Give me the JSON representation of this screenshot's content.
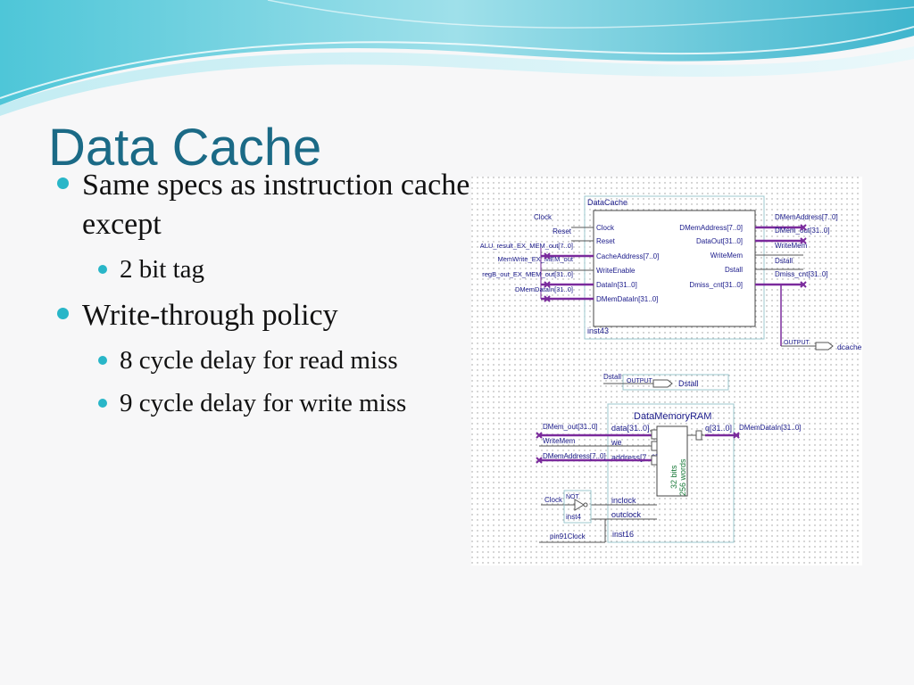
{
  "slide": {
    "title": "Data Cache",
    "bullets": [
      {
        "text": "Same specs as instruction cache except",
        "sub": [
          "2 bit tag"
        ]
      },
      {
        "text": "Write-through policy",
        "sub": [
          "8 cycle delay for read miss",
          "9 cycle delay for write miss"
        ]
      }
    ]
  },
  "schematic": {
    "datacache": {
      "name": "DataCache",
      "instance": "inst43",
      "ports_left": [
        "Clock",
        "Reset",
        "CacheAddress[7..0]",
        "WriteEnable",
        "DataIn[31..0]",
        "DMemDataIn[31..0]"
      ],
      "ports_right": [
        "DMemAddress[7..0]",
        "DataOut[31..0]",
        "WriteMem",
        "Dstall",
        "Dmiss_cnt[31..0]"
      ],
      "inputs": [
        "Clock",
        "Reset",
        "ALU_result_EX_MEM_out[7..0]",
        "MemWrite_EX_MEM_out",
        "regB_out_EX_MEM_out[31..0]",
        "DMemDataIn[31..0]"
      ],
      "outputs": [
        "DMemAddress[7..0]",
        "DMem_out[31..0]",
        "WriteMem",
        "Dstall",
        "Dmiss_cnt[31..0]"
      ],
      "output_pin_kind": "OUTPUT",
      "output_pin_name": "dcache"
    },
    "dstall": {
      "net": "Dstall",
      "pin_kind": "OUTPUT",
      "pin_name": "Dstall"
    },
    "ram": {
      "name": "DataMemoryRAM",
      "instance": "inst16",
      "ports_left": [
        "data[31..0]",
        "we",
        "address[7..0]",
        "inclock",
        "outclock"
      ],
      "port_right": "q[31..0]",
      "size_bits": "32 bits",
      "size_words": "256 words",
      "inputs": [
        "DMem_out[31..0]",
        "WriteMem",
        "DMemAddress[7..0]",
        "Clock"
      ],
      "output_net": "DMemDataIn[31..0]",
      "not_gate": {
        "kind": "NOT",
        "instance": "inst4"
      },
      "clock_pin": "pin91Clock"
    },
    "colors": {
      "bus": "#7a2a9c",
      "wire": "#555555",
      "frame": "#9cc8cf",
      "text": "#1a1a8a"
    }
  }
}
